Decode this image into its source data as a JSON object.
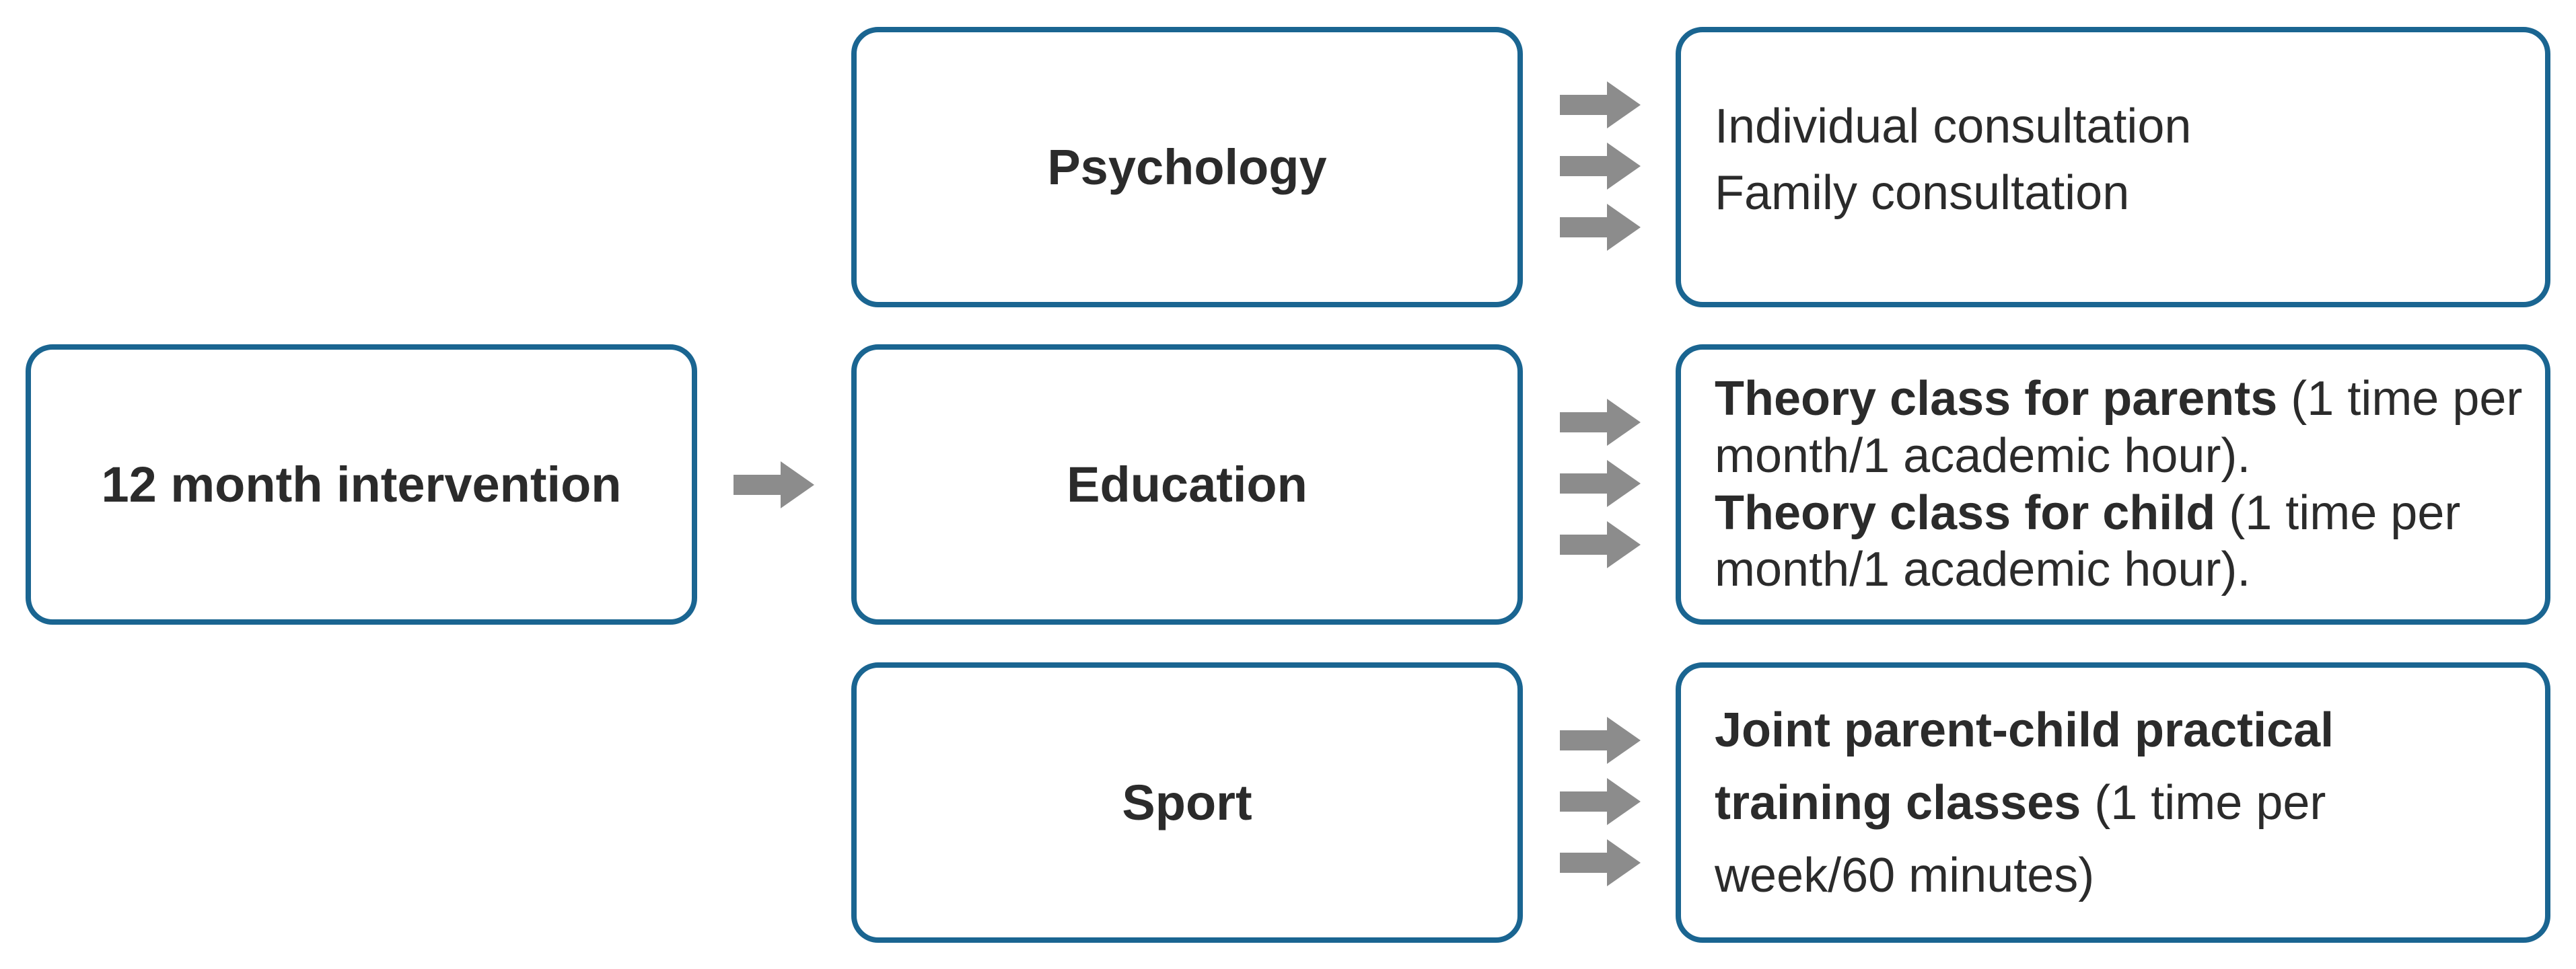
{
  "intervention": {
    "label": "12 month intervention"
  },
  "components": [
    {
      "label": "Psychology",
      "details": [
        {
          "bold": "",
          "text": "Individual consultation"
        },
        {
          "bold": "",
          "text": "Family consultation"
        }
      ]
    },
    {
      "label": "Education",
      "details": [
        {
          "bold": "Theory class for parents",
          "text": " (1 time per month/1 academic hour)."
        },
        {
          "bold": "Theory class for child",
          "text": " (1 time per month/1 academic hour)."
        }
      ]
    },
    {
      "label": "Sport",
      "details": [
        {
          "bold": "Joint parent-child practical training classes",
          "text": " (1 time per week/60 minutes)"
        }
      ]
    }
  ],
  "colors": {
    "box_border": "#1a6591",
    "arrow": "#8c8c8c",
    "text": "#2b2b2b"
  }
}
